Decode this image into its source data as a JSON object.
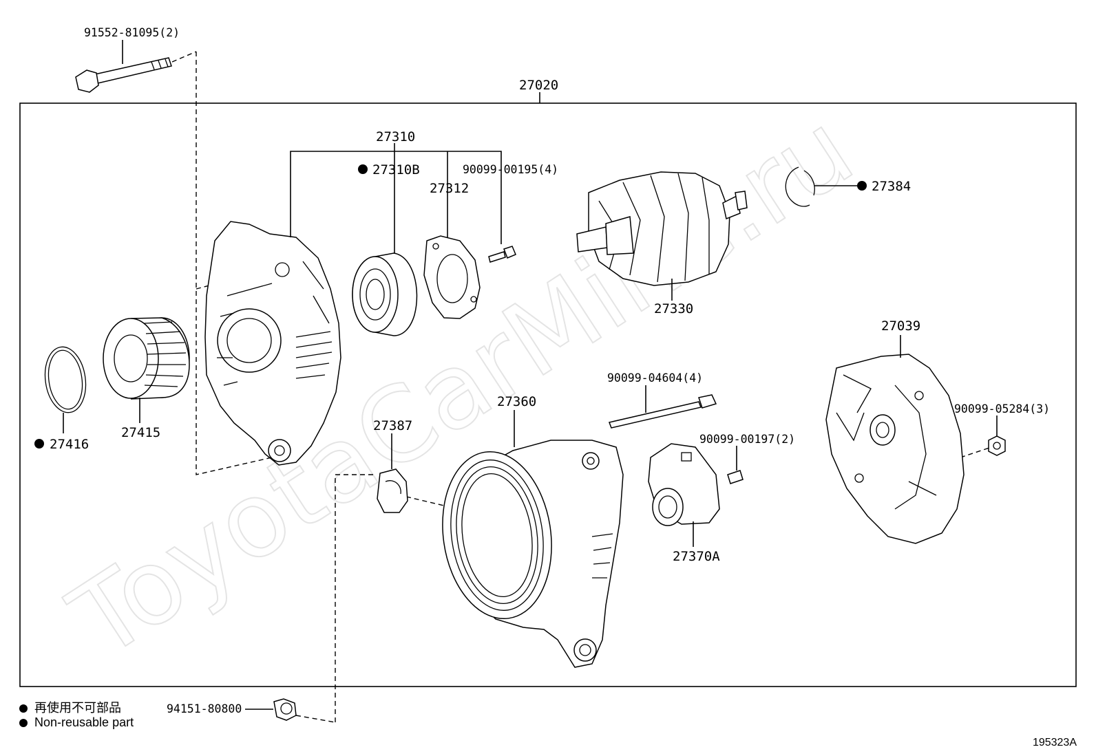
{
  "watermark": "ToyotaCarMine.ru",
  "assembly": {
    "number": "27020"
  },
  "parts": [
    {
      "id": "p-91552",
      "label": "91552-81095(2)",
      "nonreusable": false
    },
    {
      "id": "p-27310",
      "label": "27310",
      "nonreusable": false
    },
    {
      "id": "p-27310B",
      "label": "27310B",
      "nonreusable": true
    },
    {
      "id": "p-90099-00195",
      "label": "90099-00195(4)",
      "nonreusable": false
    },
    {
      "id": "p-27312",
      "label": "27312",
      "nonreusable": false
    },
    {
      "id": "p-27384",
      "label": "27384",
      "nonreusable": true
    },
    {
      "id": "p-27330",
      "label": "27330",
      "nonreusable": false
    },
    {
      "id": "p-27039",
      "label": "27039",
      "nonreusable": false
    },
    {
      "id": "p-90099-04604",
      "label": "90099-04604(4)",
      "nonreusable": false
    },
    {
      "id": "p-27360",
      "label": "27360",
      "nonreusable": false
    },
    {
      "id": "p-27387",
      "label": "27387",
      "nonreusable": false
    },
    {
      "id": "p-90099-00197",
      "label": "90099-00197(2)",
      "nonreusable": false
    },
    {
      "id": "p-90099-05284",
      "label": "90099-05284(3)",
      "nonreusable": false
    },
    {
      "id": "p-27370A",
      "label": "27370A",
      "nonreusable": false
    },
    {
      "id": "p-27416",
      "label": "27416",
      "nonreusable": true
    },
    {
      "id": "p-27415",
      "label": "27415",
      "nonreusable": false
    },
    {
      "id": "p-94151",
      "label": "94151-80800",
      "nonreusable": false
    }
  ],
  "legend": {
    "line1": "再使用不可部品",
    "line2": "Non-reusable part"
  },
  "figure_code": "195323A"
}
